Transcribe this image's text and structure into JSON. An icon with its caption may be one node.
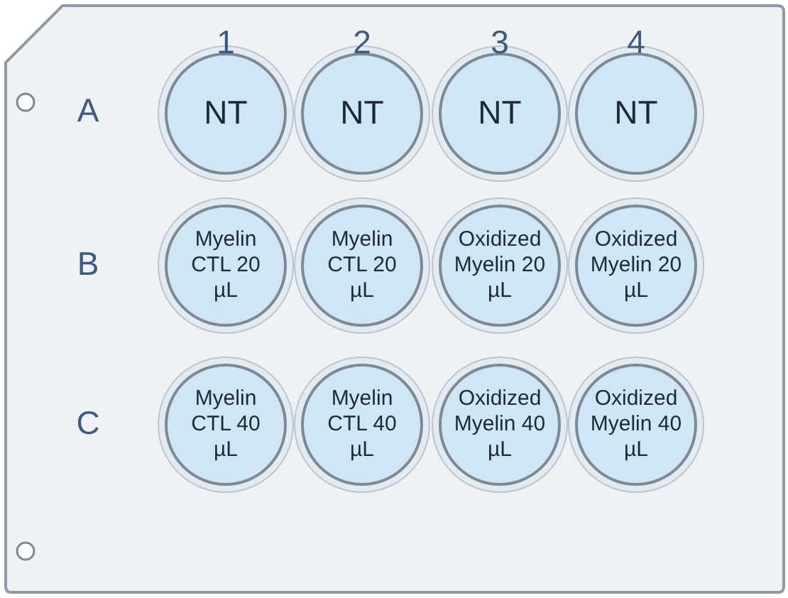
{
  "diagram": {
    "nodes": [
      {
        "text": [
          "NT"
        ]
      },
      {
        "text": [
          "NT"
        ]
      },
      {
        "text": [
          "NT"
        ]
      },
      {
        "text": [
          "NT"
        ]
      },
      {
        "text": [
          "Myelin CTL 20 µL"
        ]
      },
      {
        "text": [
          "Myelin CTL 20 µL"
        ]
      },
      {
        "text": [
          "Oxidized Myelin 20 µL"
        ]
      },
      {
        "text": [
          "Oxidized Myelin 20 µL"
        ]
      },
      {
        "text": [
          "Myelin CTL 40 µL"
        ]
      },
      {
        "text": [
          "Myelin CTL 40 µL"
        ]
      },
      {
        "text": [
          "Oxidized Myelin 40 µL"
        ]
      },
      {
        "text": [
          "Oxidized Myelin 40 µL"
        ]
      }
    ],
    "labels": [
      "1",
      "2",
      "3",
      "4",
      "A",
      "B",
      "C"
    ]
  }
}
